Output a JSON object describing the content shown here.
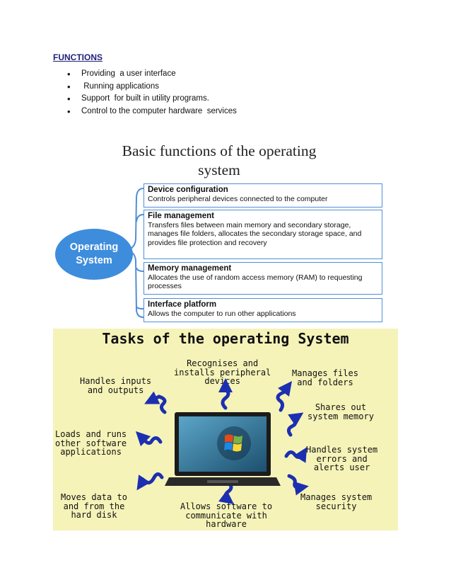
{
  "heading": "FUNCTIONS",
  "bullets": [
    "Providing  a user interface",
    " Running applications",
    "Support  for built in utility programs.",
    "Control to the computer hardware  services"
  ],
  "figure1": {
    "title_line1": "Basic functions of the operating",
    "title_line2": "system",
    "center_line1": "Operating",
    "center_line2": "System",
    "boxes": [
      {
        "title": "Device configuration",
        "desc": "Controls peripheral devices connected to the computer"
      },
      {
        "title": "File management",
        "desc": "Transfers files between main memory and secondary storage, manages file folders, allocates the secondary storage space, and provides file protection and recovery"
      },
      {
        "title": "Memory management",
        "desc": "Allocates the use of random access memory (RAM) to requesting processes"
      },
      {
        "title": "Interface platform",
        "desc": "Allows the computer to run other applications"
      }
    ],
    "colors": {
      "accent": "#4f8fd8",
      "ellipse": "#3e8ddc"
    }
  },
  "figure2": {
    "title": "Tasks of the operating System",
    "background": "#f5f3b8",
    "arrow_color": "#1c2fb0",
    "tasks": {
      "inputs_outputs": "Handles inputs\nand outputs",
      "peripheral": "Recognises and\ninstalls peripheral\ndevices",
      "files": "Manages files\nand folders",
      "memory": "Shares out\nsystem memory",
      "loads": "Loads and runs\nother software\napplications",
      "errors": "Handles system\nerrors and\nalerts user",
      "harddisk": "Moves data to\nand from the\nhard disk",
      "communicate": "Allows software to\ncommunicate with\nhardware",
      "security": "Manages system\nsecurity"
    }
  }
}
